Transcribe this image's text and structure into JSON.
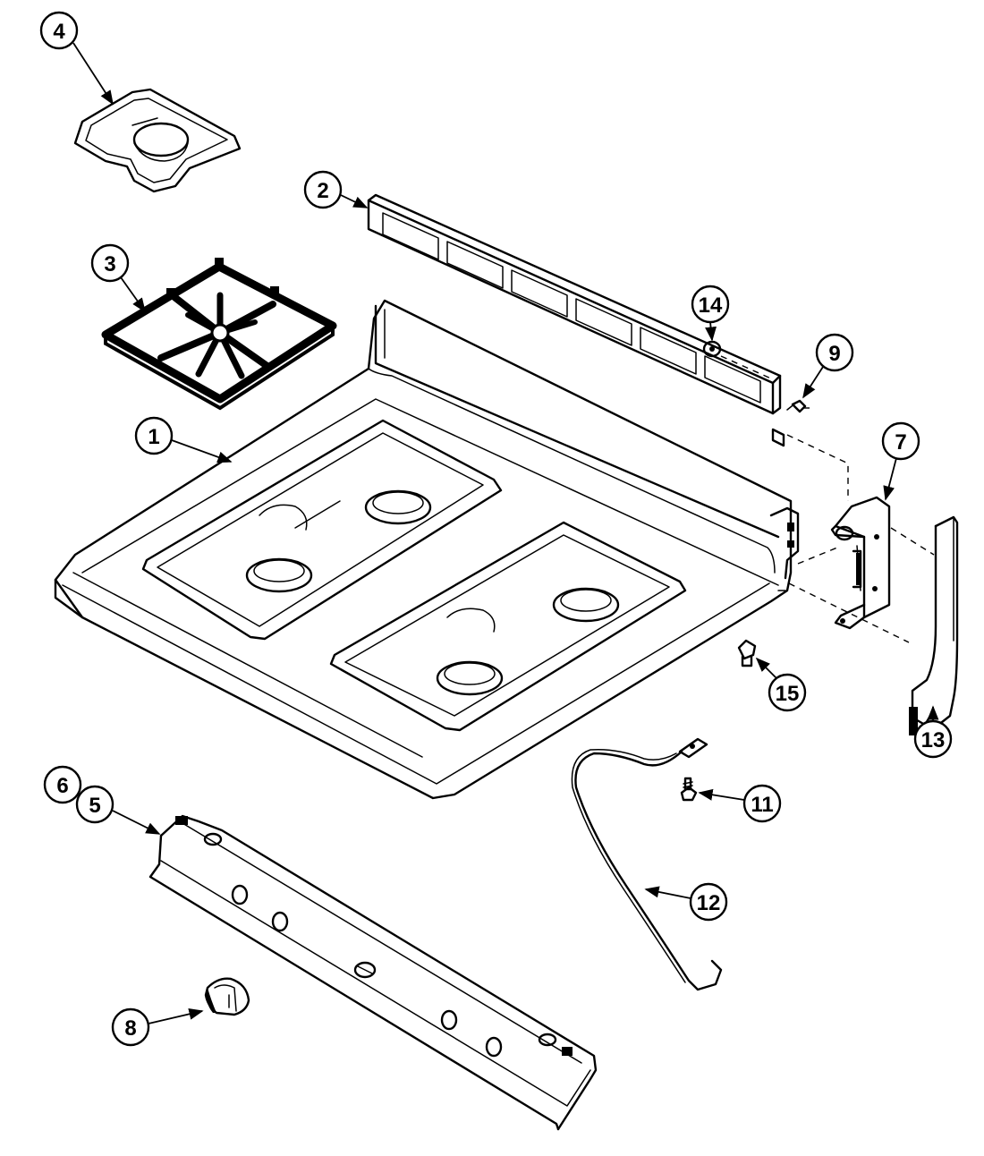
{
  "callouts": {
    "c1": "1",
    "c2": "2",
    "c3": "3",
    "c4": "4",
    "c5": "5",
    "c6": "6",
    "c7": "7",
    "c8": "8",
    "c9": "9",
    "c11": "11",
    "c12": "12",
    "c13": "13",
    "c14": "14",
    "c15": "15"
  }
}
